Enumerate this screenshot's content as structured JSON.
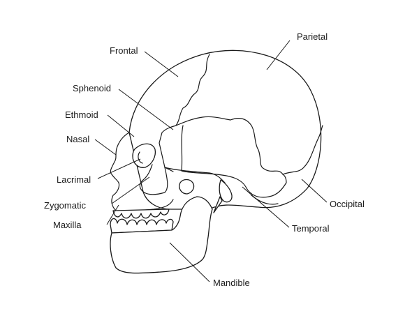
{
  "labels": {
    "frontal": "Frontal",
    "parietal": "Parietal",
    "sphenoid": "Sphenoid",
    "ethmoid": "Ethmoid",
    "nasal": "Nasal",
    "lacrimal": "Lacrimal",
    "zygomatic": "Zygomatic",
    "maxilla": "Maxilla",
    "occipital": "Occipital",
    "temporal": "Temporal",
    "mandible": "Mandible"
  },
  "colors": {
    "line": "#1a1a1a",
    "text": "#1c1c1c",
    "background": "#ffffff"
  }
}
